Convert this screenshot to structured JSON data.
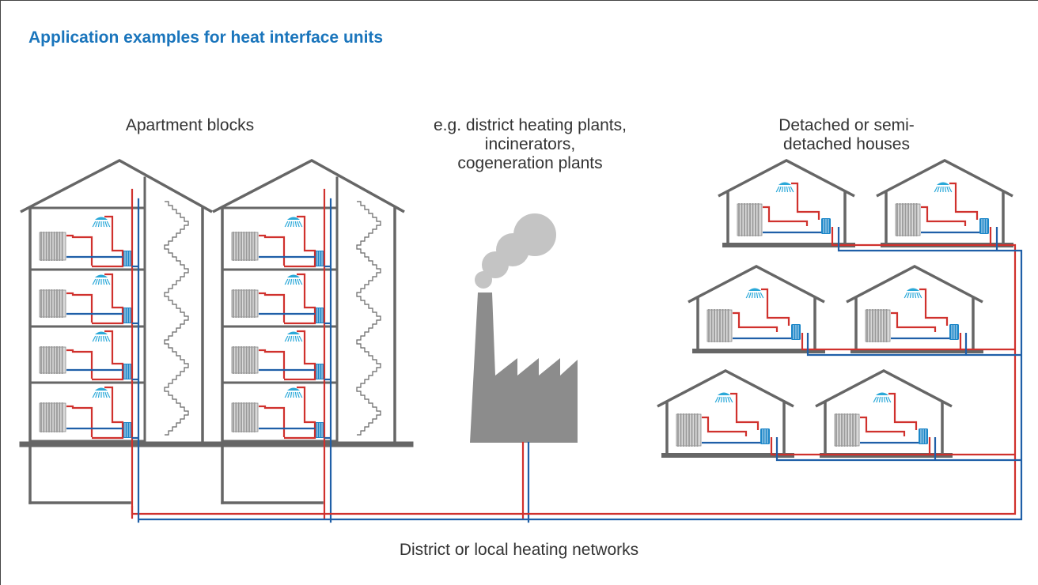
{
  "title": "Application examples for heat interface units",
  "labels": {
    "apartments": "Apartment blocks",
    "plant_line1": "e.g. district heating plants,",
    "plant_line2": "incinerators,",
    "plant_line3": "cogeneration plants",
    "houses_line1": "Detached or semi-",
    "houses_line2": "detached houses",
    "network": "District or local heating networks"
  },
  "colors": {
    "structure": "#666666",
    "supply_pipe": "#d0312d",
    "return_pipe": "#1f5fa8",
    "title": "#1a75bc",
    "text": "#333333",
    "plant": "#8c8c8c",
    "smoke": "#c4c4c4",
    "radiator": "#9a9a9a",
    "hiu_unit": "#1b86c8",
    "shower": "#2aa8d8"
  },
  "icons": [
    "radiator-icon",
    "shower-icon",
    "heat-interface-unit-icon",
    "factory-icon",
    "smoke-icon"
  ]
}
